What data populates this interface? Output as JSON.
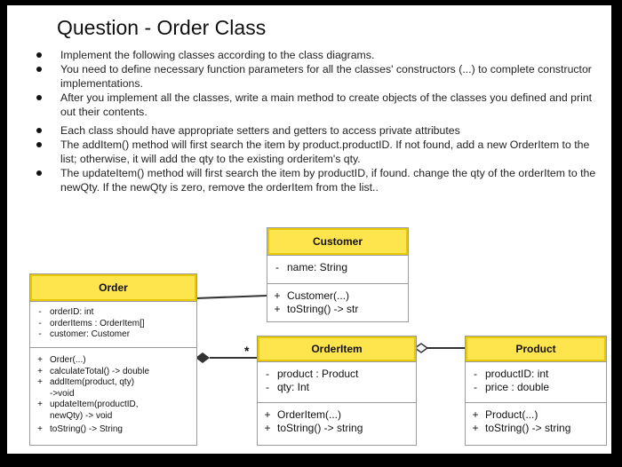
{
  "title": "Question - Order Class",
  "bullets": [
    "Implement the following classes according to the class diagrams.",
    "You need to define necessary function parameters for all the classes' constructors (...) to complete constructor implementations.",
    "After you implement all the classes, write a main method to create objects of the classes you defined and print out their contents.",
    "Each class should have appropriate setters and getters to access private attributes",
    "The addItem() method will first search the item by product.productID. If not found, add a new OrderItem to the list; otherwise, it will add the qty to the existing orderitem's qty.",
    "The updateItem() method will first search the item by productID, if found. change the qty of the orderItem to the newQty. If the newQty is zero, remove the orderItem from the list.."
  ],
  "classes": {
    "customer": {
      "name": "Customer",
      "attributes": [
        {
          "sym": "-",
          "text": "name: String"
        }
      ],
      "methods": [
        {
          "sym": "+",
          "text": "Customer(...)"
        },
        {
          "sym": "+",
          "text": "toString() -> str"
        }
      ]
    },
    "order": {
      "name": "Order",
      "attributes": [
        {
          "sym": "-",
          "text": "orderID: int"
        },
        {
          "sym": "-",
          "text": "orderItems : OrderItem[]"
        },
        {
          "sym": "-",
          "text": "customer: Customer"
        }
      ],
      "methods": [
        {
          "sym": "+",
          "text": "Order(...)"
        },
        {
          "sym": "+",
          "text": "calculateTotal() -> double"
        },
        {
          "sym": "+",
          "text": "addItem(product, qty)"
        },
        {
          "sym": "",
          "text": "->void"
        },
        {
          "sym": "+",
          "text": "updateItem(productID,"
        },
        {
          "sym": "",
          "text": "newQty) -> void"
        },
        {
          "sym": "+",
          "text": "toString() -> String"
        }
      ]
    },
    "orderitem": {
      "name": "OrderItem",
      "attributes": [
        {
          "sym": "-",
          "text": "product : Product"
        },
        {
          "sym": "-",
          "text": "qty: Int"
        }
      ],
      "methods": [
        {
          "sym": "+",
          "text": "OrderItem(...)"
        },
        {
          "sym": "+",
          "text": "toString() -> string"
        }
      ]
    },
    "product": {
      "name": "Product",
      "attributes": [
        {
          "sym": "-",
          "text": "productID: int"
        },
        {
          "sym": "-",
          "text": "price : double"
        }
      ],
      "methods": [
        {
          "sym": "+",
          "text": "Product(...)"
        },
        {
          "sym": "+",
          "text": "toString() -> string"
        }
      ]
    }
  },
  "multiplicity": "*"
}
